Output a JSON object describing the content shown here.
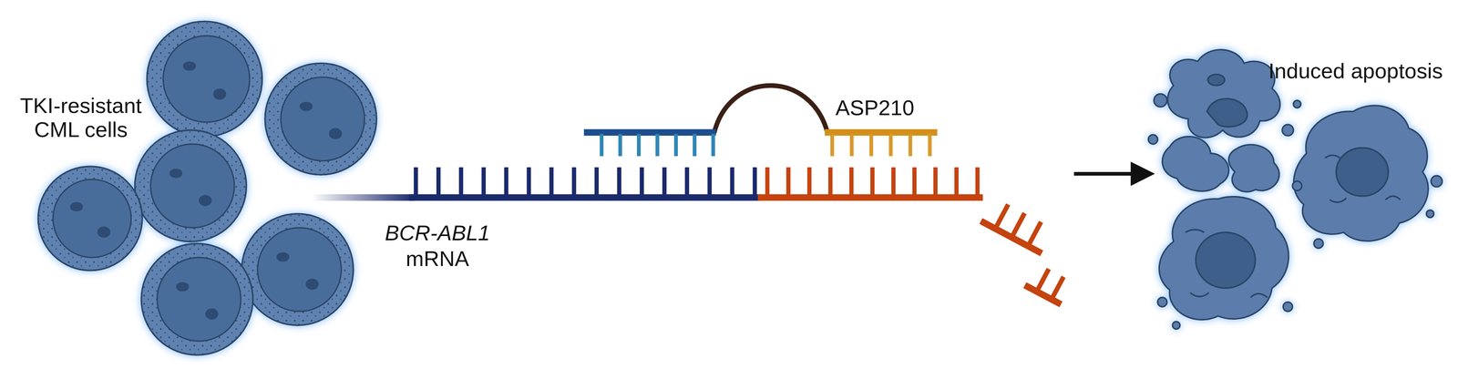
{
  "diagram": {
    "labels": [
      "TKI-resistant CML cells",
      "BCR-ABL1",
      "mRNA",
      "ASP210",
      "Induced apoptosis"
    ]
  }
}
